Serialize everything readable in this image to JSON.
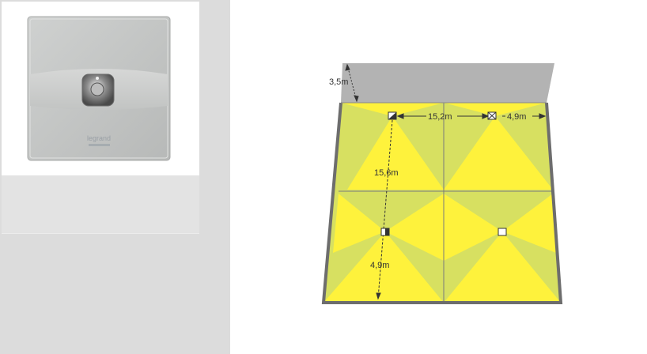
{
  "product": {
    "icon": "motion-detector-icon",
    "brand": "legrand"
  },
  "plan": {
    "height_label": "3,5m",
    "length_label": "15,2m",
    "edge_label_top": "4,9m",
    "width_label": "15,6m",
    "edge_label_bottom": "4,9m",
    "colors": {
      "floor_light": "#fef23c",
      "floor_dark": "#d7e061",
      "wall": "#b3b3b3",
      "outline": "#6d6d6d"
    }
  }
}
